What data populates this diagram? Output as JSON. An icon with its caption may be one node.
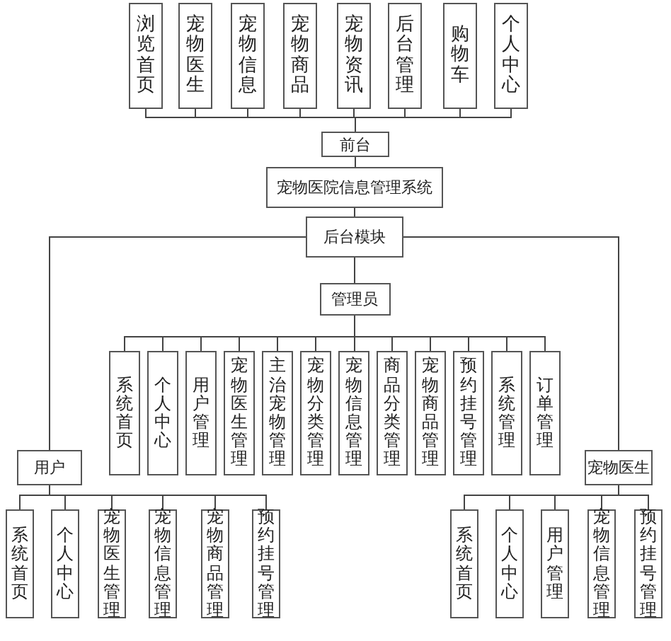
{
  "diagram": {
    "nodes": [
      {
        "text": [
          "浏览首页"
        ]
      },
      {
        "text": [
          "宠物医生"
        ]
      },
      {
        "text": [
          "宠物信息"
        ]
      },
      {
        "text": [
          "宠物商品"
        ]
      },
      {
        "text": [
          "宠物资讯"
        ]
      },
      {
        "text": [
          "后台管理"
        ]
      },
      {
        "text": [
          "购物车"
        ]
      },
      {
        "text": [
          "个人中心"
        ]
      },
      {
        "text": [
          "前台"
        ]
      },
      {
        "text": [
          "宠物医院信息管理系统"
        ]
      },
      {
        "text": [
          "后台模块"
        ]
      },
      {
        "text": [
          "管理员"
        ]
      },
      {
        "text": [
          "系统首页"
        ]
      },
      {
        "text": [
          "个人中心"
        ]
      },
      {
        "text": [
          "用户管理"
        ]
      },
      {
        "text": [
          "宠物医生管理"
        ]
      },
      {
        "text": [
          "主治宠物管理"
        ]
      },
      {
        "text": [
          "宠物分类管理"
        ]
      },
      {
        "text": [
          "宠物信息管理"
        ]
      },
      {
        "text": [
          "商品分类管理"
        ]
      },
      {
        "text": [
          "宠物商品管理"
        ]
      },
      {
        "text": [
          "预约挂号管理"
        ]
      },
      {
        "text": [
          "系统管理"
        ]
      },
      {
        "text": [
          "订单管理"
        ]
      },
      {
        "text": [
          "用户"
        ]
      },
      {
        "text": [
          "系统首页"
        ]
      },
      {
        "text": [
          "个人中心"
        ]
      },
      {
        "text": [
          "宠物医生管理"
        ]
      },
      {
        "text": [
          "宠物信息管理"
        ]
      },
      {
        "text": [
          "宠物商品管理"
        ]
      },
      {
        "text": [
          "预约挂号管理"
        ]
      },
      {
        "text": [
          "宠物医生"
        ]
      },
      {
        "text": [
          "系统首页"
        ]
      },
      {
        "text": [
          "个人中心"
        ]
      },
      {
        "text": [
          "用户管理"
        ]
      },
      {
        "text": [
          "宠物信息管理"
        ]
      },
      {
        "text": [
          "预约挂号管理"
        ]
      }
    ],
    "edges": [
      {
        "from": 8,
        "to": 0,
        "arrow": "none"
      },
      {
        "from": 8,
        "to": 1,
        "arrow": "none"
      },
      {
        "from": 8,
        "to": 2,
        "arrow": "none"
      },
      {
        "from": 8,
        "to": 3,
        "arrow": "none"
      },
      {
        "from": 8,
        "to": 4,
        "arrow": "none"
      },
      {
        "from": 8,
        "to": 5,
        "arrow": "none"
      },
      {
        "from": 8,
        "to": 6,
        "arrow": "none"
      },
      {
        "from": 8,
        "to": 7,
        "arrow": "none"
      },
      {
        "from": 8,
        "to": 9,
        "arrow": "none"
      },
      {
        "from": 9,
        "to": 10,
        "arrow": "none"
      },
      {
        "from": 10,
        "to": 11,
        "arrow": "none"
      },
      {
        "from": 10,
        "to": 24,
        "arrow": "none"
      },
      {
        "from": 10,
        "to": 31,
        "arrow": "none"
      },
      {
        "from": 11,
        "to": 12,
        "arrow": "none"
      },
      {
        "from": 11,
        "to": 13,
        "arrow": "none"
      },
      {
        "from": 11,
        "to": 14,
        "arrow": "none"
      },
      {
        "from": 11,
        "to": 15,
        "arrow": "none"
      },
      {
        "from": 11,
        "to": 16,
        "arrow": "none"
      },
      {
        "from": 11,
        "to": 17,
        "arrow": "none"
      },
      {
        "from": 11,
        "to": 18,
        "arrow": "none"
      },
      {
        "from": 11,
        "to": 19,
        "arrow": "none"
      },
      {
        "from": 11,
        "to": 20,
        "arrow": "none"
      },
      {
        "from": 11,
        "to": 21,
        "arrow": "none"
      },
      {
        "from": 11,
        "to": 22,
        "arrow": "none"
      },
      {
        "from": 11,
        "to": 23,
        "arrow": "none"
      },
      {
        "from": 24,
        "to": 25,
        "arrow": "none"
      },
      {
        "from": 24,
        "to": 26,
        "arrow": "none"
      },
      {
        "from": 24,
        "to": 27,
        "arrow": "none"
      },
      {
        "from": 24,
        "to": 28,
        "arrow": "none"
      },
      {
        "from": 24,
        "to": 29,
        "arrow": "none"
      },
      {
        "from": 24,
        "to": 30,
        "arrow": "none"
      },
      {
        "from": 31,
        "to": 32,
        "arrow": "none"
      },
      {
        "from": 31,
        "to": 33,
        "arrow": "none"
      },
      {
        "from": 31,
        "to": 34,
        "arrow": "none"
      },
      {
        "from": 31,
        "to": 35,
        "arrow": "none"
      },
      {
        "from": 31,
        "to": 36,
        "arrow": "none"
      }
    ]
  }
}
